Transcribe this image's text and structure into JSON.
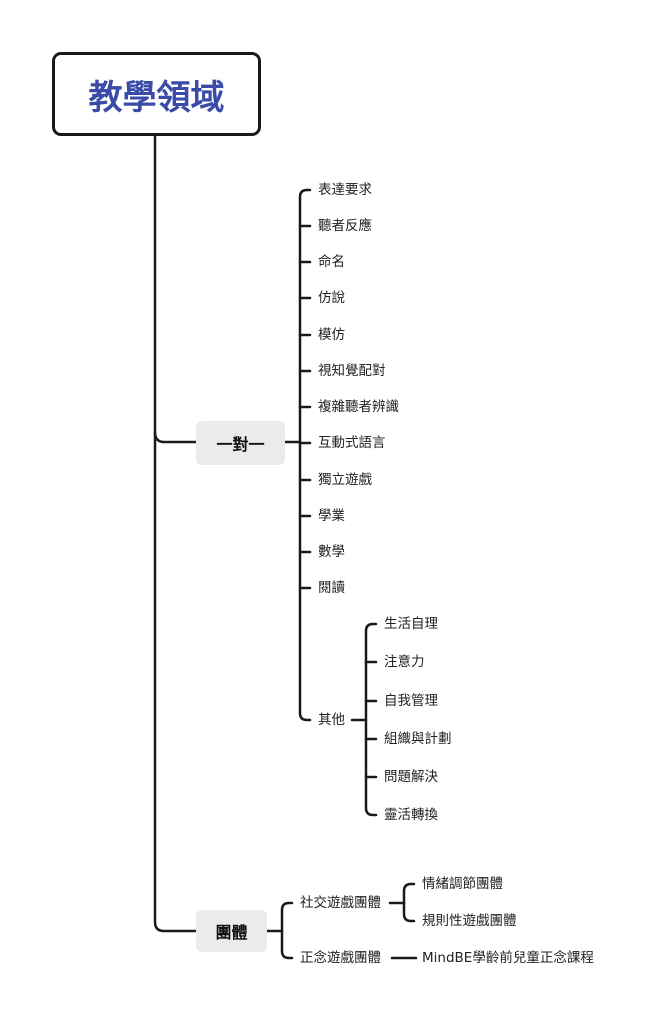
{
  "root": {
    "title": "教學領域"
  },
  "branches": [
    {
      "label": "一對一",
      "children": [
        "表達要求",
        "聽者反應",
        "命名",
        "仿說",
        "模仿",
        "視知覺配對",
        "複雜聽者辨識",
        "互動式語言",
        "獨立遊戲",
        "學業",
        "數學",
        "閱讀"
      ],
      "other": {
        "label": "其他",
        "children": [
          "生活自理",
          "注意力",
          "自我管理",
          "組織與計劃",
          "問題解決",
          "靈活轉換"
        ]
      }
    },
    {
      "label": "團體",
      "children": [
        {
          "label": "社交遊戲團體",
          "children": [
            "情緒調節團體",
            "規則性遊戲團體"
          ]
        },
        {
          "label": "正念遊戲團體",
          "children": [
            "MindBE學齡前兒童正念課程"
          ]
        }
      ]
    }
  ],
  "colors": {
    "title": "#3a4ba8",
    "line": "#1a1a1a",
    "node_bg": "#ebebeb"
  }
}
